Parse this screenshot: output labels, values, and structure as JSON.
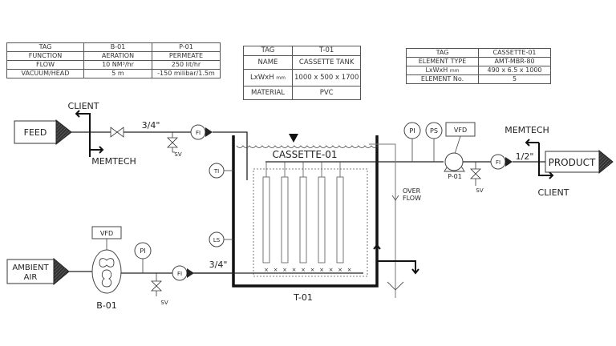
{
  "tables": {
    "equipment": {
      "rows": [
        [
          "TAG",
          "B-01",
          "P-01"
        ],
        [
          "FUNCTION",
          "AERATION",
          "PERMEATE"
        ],
        [
          "FLOW",
          "10 NM³/hr",
          "250 lit/hr"
        ],
        [
          "VACUUM/HEAD",
          "5 m",
          "-150 milibar/1.5m"
        ]
      ]
    },
    "tank": {
      "rows": [
        [
          "TAG",
          "T-01"
        ],
        [
          "NAME",
          "CASSETTE TANK"
        ],
        [
          "LxWxH",
          "1000 x 500 x 1700"
        ],
        [
          "MATERIAL",
          "PVC"
        ]
      ],
      "dim_unit": "mm"
    },
    "cassette": {
      "rows": [
        [
          "TAG",
          "CASSETTE-01"
        ],
        [
          "ELEMENT TYPE",
          "AMT-MBR-80"
        ],
        [
          "LxWxH",
          "490 x 6.5 x 1000"
        ],
        [
          "ELEMENT No.",
          "5"
        ]
      ],
      "dim_unit": "mm"
    }
  },
  "diagram": {
    "feed_label": "FEED",
    "ambient_label_1": "AMBIENT",
    "ambient_label_2": "AIR",
    "product_label": "PRODUCT",
    "feed_client": "CLIENT",
    "feed_memtech": "MEMTECH",
    "product_memtech": "MEMTECH",
    "product_client": "CLIENT",
    "feed_pipe_size": "3/4\"",
    "air_pipe_size": "3/4\"",
    "product_pipe_size": "1/2\"",
    "instruments": {
      "fi": "FI",
      "ti": "TI",
      "ls": "LS",
      "pi": "PI",
      "ps": "PS",
      "sv": "SV",
      "vfd": "VFD"
    },
    "cassette_label": "CASSETTE-01",
    "tank_label": "T-01",
    "blower_label": "B-01",
    "pump_label": "P-01",
    "overflow_1": "OVER",
    "overflow_2": "FLOW",
    "membrane_count": 5,
    "diffuser_count": 10
  }
}
